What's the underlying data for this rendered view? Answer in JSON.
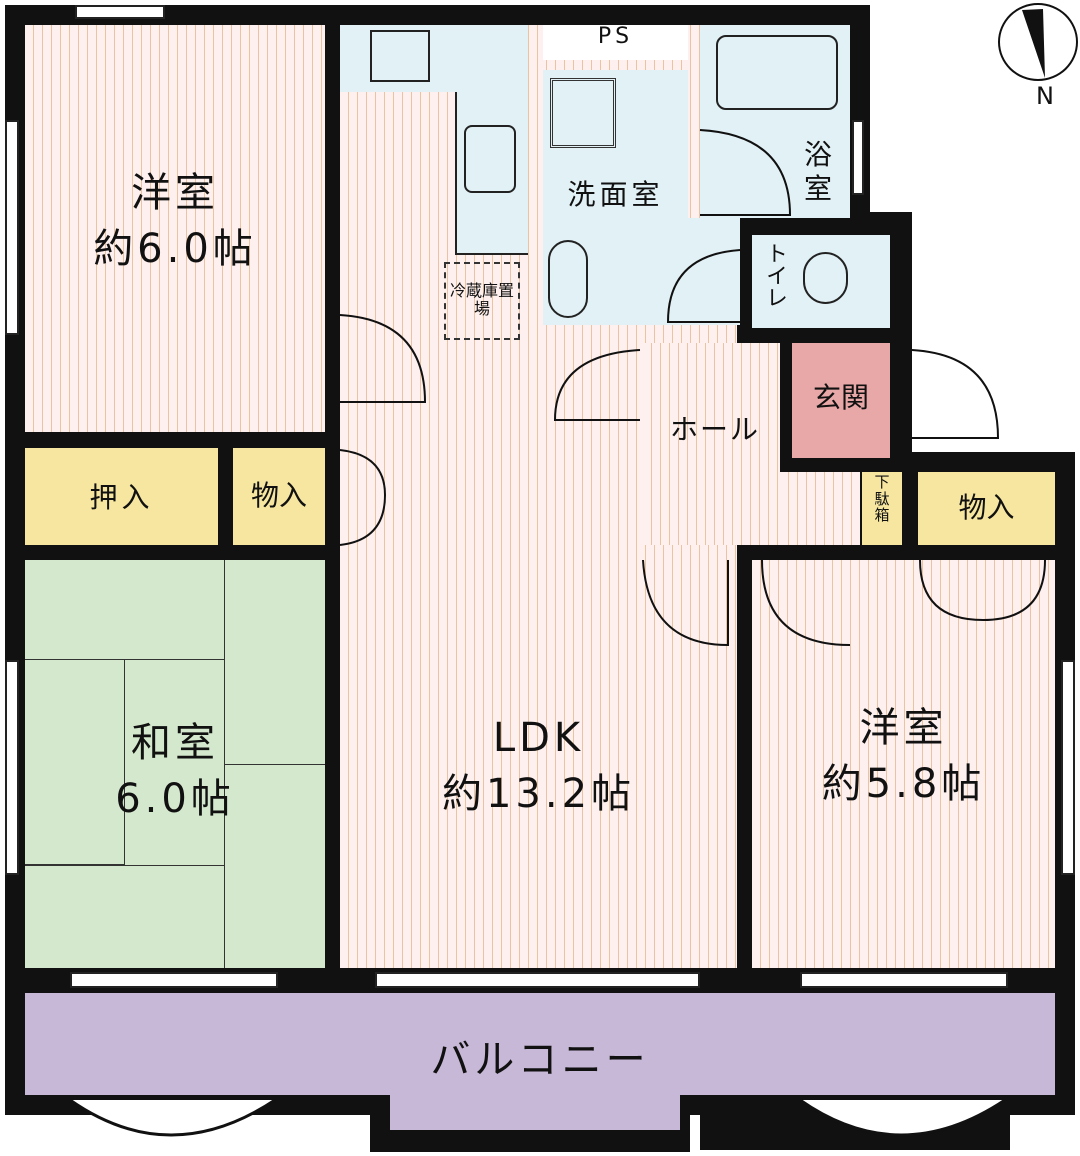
{
  "rooms": {
    "western_nw": {
      "name": "洋室",
      "size": "約6.0帖"
    },
    "oshiire": "押入",
    "closet_w": "物入",
    "washitsu": {
      "name": "和室",
      "size": "6.0帖"
    },
    "ldk": {
      "name": "LDK",
      "size": "約13.2帖"
    },
    "fridge": "冷蔵庫置場",
    "ps": "PS",
    "washroom": "洗面室",
    "bath": "浴室",
    "toilet": "トイレ",
    "hall": "ホール",
    "entrance": "玄関",
    "shoe_box": "下駄箱",
    "closet_e": "物入",
    "western_se": {
      "name": "洋室",
      "size": "約5.8帖"
    },
    "balcony": "バルコニー"
  },
  "compass": "N",
  "colors": {
    "stripe_bg": "#fdf0ee",
    "wet": "#e2f1f6",
    "tatami": "#d3e8cc",
    "storage": "#f6e6a0",
    "entrance": "#e9a8a8",
    "balcony": "#c7b8d7"
  }
}
